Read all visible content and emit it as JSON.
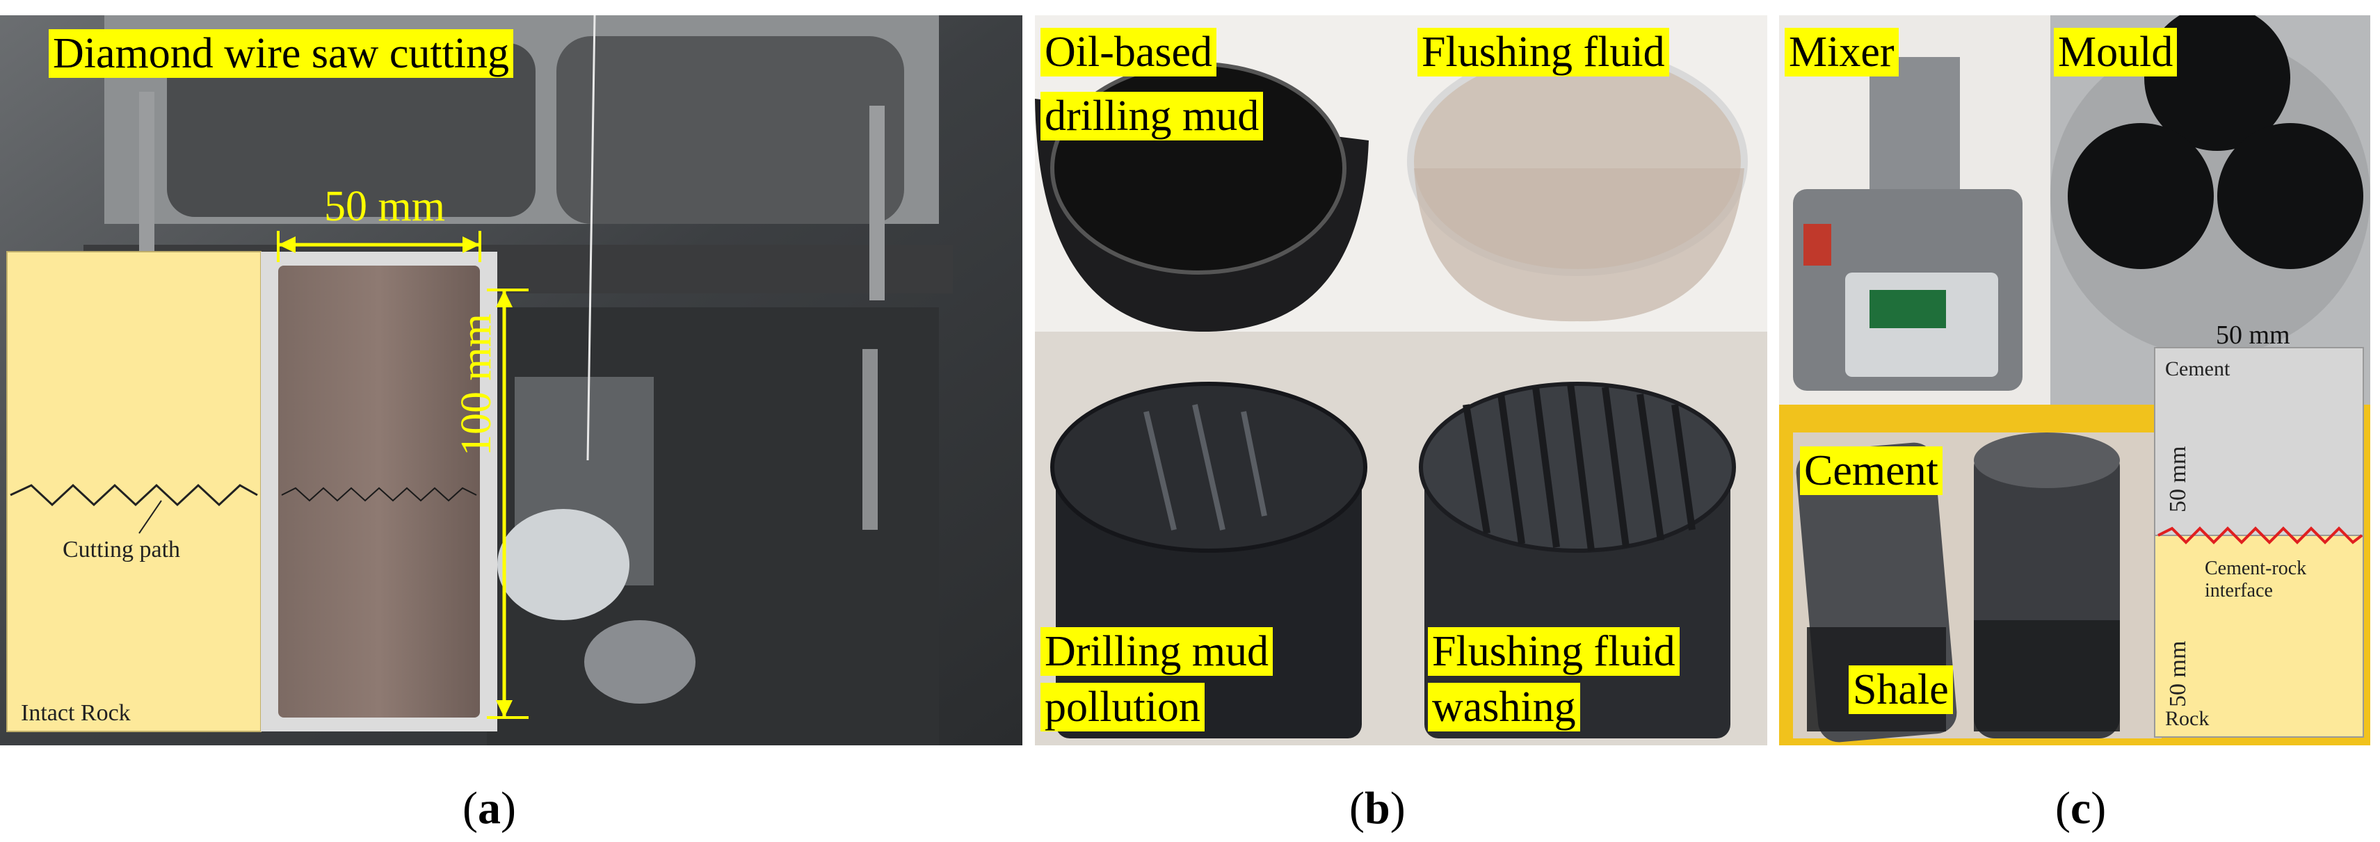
{
  "panel_a": {
    "title_label": "Diamond wire saw cutting",
    "width_label": "50 mm",
    "height_label": "100 mm",
    "inset_path_label": "Cutting path",
    "inset_rock_label": "Intact Rock",
    "caption_open": "(",
    "caption_letter": "a",
    "caption_close": ")"
  },
  "panel_b": {
    "label_tl_line1": "Oil-based",
    "label_tl_line2": "drilling mud",
    "label_tr": "Flushing fluid",
    "label_bl_line1": "Drilling mud",
    "label_bl_line2": "pollution",
    "label_br_line1": "Flushing fluid",
    "label_br_line2": "washing",
    "caption_open": "(",
    "caption_letter": "b",
    "caption_close": ")"
  },
  "panel_c": {
    "mixer_label": "Mixer",
    "mould_label": "Mould",
    "mould_size": "50 mm",
    "cement_label": "Cement",
    "shale_label": "Shale",
    "inset_cement": "Cement",
    "inset_top_size": "50 mm",
    "inset_interface_line1": "Cement-rock",
    "inset_interface_line2": "interface",
    "inset_bottom_size": "50 mm",
    "inset_rock": "Rock",
    "caption_open": "(",
    "caption_letter": "c",
    "caption_close": ")"
  },
  "colors": {
    "label_bg": "#ffff00",
    "inset_bg": "#fde99a",
    "dimension": "#ffff00",
    "interface": "#e02020"
  }
}
